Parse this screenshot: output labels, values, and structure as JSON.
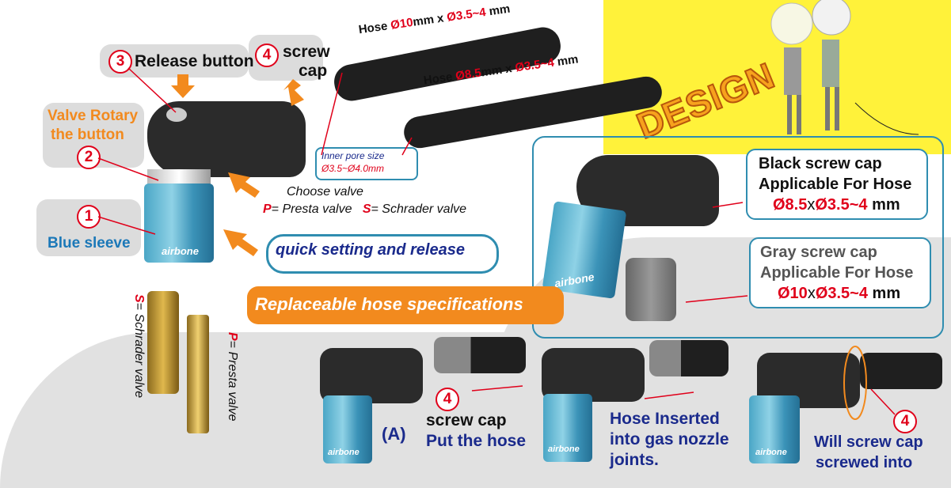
{
  "labels": {
    "release_button": "Release button",
    "screw_cap_a": "screw",
    "screw_cap_b": "cap",
    "valve_rotary_a": "Valve Rotary",
    "valve_rotary_b": "the button",
    "blue_sleeve": "Blue sleeve",
    "choose_valve": "Choose valve",
    "presta_valve_p": "P",
    "presta_valve_text": "= Presta valve",
    "schrader_valve_s": "S",
    "schrader_valve_text": "= Schrader valve",
    "quick_setting": "quick setting and release",
    "vertical_schrader_s": "S",
    "vertical_schrader_text": "= Schrader valve",
    "vertical_presta_p": "P",
    "vertical_presta_text": "= Presta valve",
    "replaceable_hose": "Replaceable hose specifications",
    "design": "DESIGN"
  },
  "numbers": {
    "n1": "1",
    "n2": "2",
    "n3": "3",
    "n4": "4"
  },
  "hoses": {
    "hose1_prefix": "Hose ",
    "hose1_d": "Ø10",
    "hose1_mid": "mm x ",
    "hose1_inner": "Ø3.5~4",
    "hose1_unit": " mm",
    "hose2_prefix": "Hose ",
    "hose2_d": "Ø8.5",
    "hose2_mid": "mm  x ",
    "hose2_inner": "Ø3.5~4",
    "hose2_unit": " mm",
    "inner_pore_a": "Inner pore size",
    "inner_pore_b": "Ø3.5~Ø4.0mm"
  },
  "specs": {
    "black_title": "Black screw cap",
    "black_sub": "Applicable For Hose",
    "black_d1": "Ø8.5",
    "black_x": "x",
    "black_d2": "Ø3.5~4",
    "black_unit": " mm",
    "gray_title": "Gray screw cap",
    "gray_sub": "Applicable For Hose",
    "gray_d1": "Ø10",
    "gray_x": "x",
    "gray_d2": "Ø3.5~4",
    "gray_unit": " mm"
  },
  "steps": {
    "a_label": "(A)",
    "step1_a": "screw cap",
    "step1_b": "Put the hose",
    "step2_a": "Hose Inserted",
    "step2_b": "into gas nozzle",
    "step2_c": "joints.",
    "step3_a": "Will screw cap",
    "step3_b": "screwed into"
  },
  "brand": "airbone",
  "colors": {
    "red": "#e0001a",
    "orange": "#f28a1e",
    "blue": "#1b78b8",
    "navy": "#1a2a8c",
    "yellow": "#fff23a"
  }
}
